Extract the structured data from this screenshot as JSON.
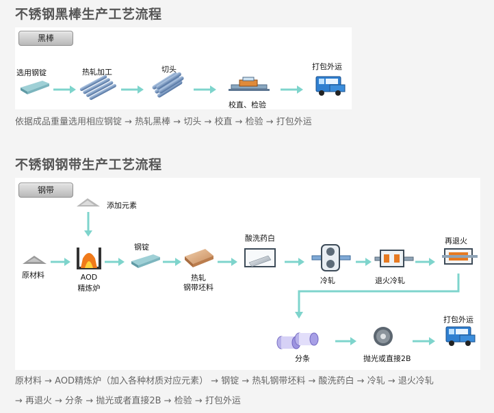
{
  "section1": {
    "title": "不锈钢黑棒生产工艺流程",
    "tab": "黑棒",
    "steps": [
      "选用钢锭",
      "热轧加工",
      "切头",
      "校直、检验",
      "打包外运"
    ],
    "caption": "依据成品重量选用相应钢锭 → 热轧黑棒 → 切头 → 校直 → 检验 → 打包外运"
  },
  "section2": {
    "title": "不锈钢钢带生产工艺流程",
    "tab": "钢带",
    "add_elements": "添加元素",
    "raw_material": "原材料",
    "furnace_line1": "AOD",
    "furnace_line2": "精炼炉",
    "ingot": "钢锭",
    "strip_line1": "热轧",
    "strip_line2": "钢带坯料",
    "pickling": "酸洗药白",
    "cold_roll": "冷轧",
    "anneal_cold": "退火冷轧",
    "reanneal": "再退火",
    "slitting": "分条",
    "polish": "抛光或直接2B",
    "ship": "打包外运",
    "caption_line1": "原材料 → AOD精炼炉（加入各种材质对应元素） → 钢锭 → 热轧钢带坯料 → 酸洗药白 → 冷轧 → 退火冷轧",
    "caption_line2": "→ 再退火 → 分条 → 抛光或者直接2B → 检验 → 打包外运"
  },
  "colors": {
    "arrow": "#7ed4cc",
    "panel": "#ffffff",
    "background": "#f4f4f4",
    "title": "#555555"
  }
}
